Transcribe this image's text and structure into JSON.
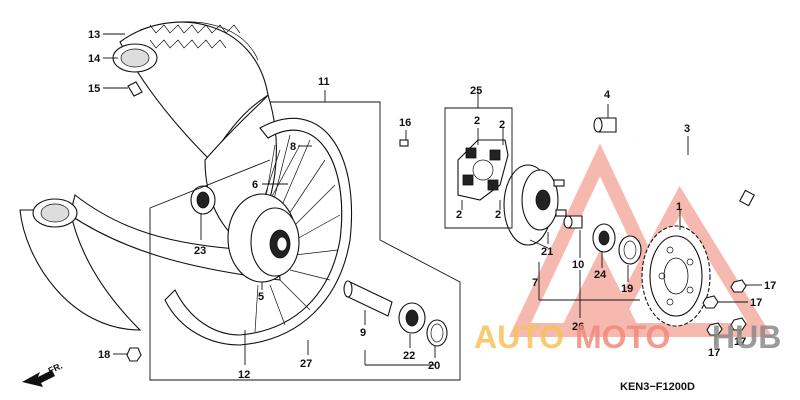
{
  "diagram": {
    "code": "KEN3−F1200D",
    "direction_label": "FR.",
    "watermark": {
      "auto": "AUTO",
      "moto": "MOTO",
      "hub": "HUB",
      "colors": {
        "auto": "#f6c25a",
        "moto": "#f28a7d",
        "hub": "#8a8a8a",
        "logo": "#f08070"
      }
    },
    "callouts": [
      {
        "id": "c1",
        "text": "1"
      },
      {
        "id": "c2a",
        "text": "2"
      },
      {
        "id": "c2b",
        "text": "2"
      },
      {
        "id": "c2c",
        "text": "2"
      },
      {
        "id": "c2d",
        "text": "2"
      },
      {
        "id": "c3",
        "text": "3"
      },
      {
        "id": "c4",
        "text": "4"
      },
      {
        "id": "c5",
        "text": "5"
      },
      {
        "id": "c6",
        "text": "6"
      },
      {
        "id": "c7",
        "text": "7"
      },
      {
        "id": "c8",
        "text": "8"
      },
      {
        "id": "c9",
        "text": "9"
      },
      {
        "id": "c10",
        "text": "10"
      },
      {
        "id": "c11",
        "text": "11"
      },
      {
        "id": "c12",
        "text": "12"
      },
      {
        "id": "c13",
        "text": "13"
      },
      {
        "id": "c14",
        "text": "14"
      },
      {
        "id": "c15",
        "text": "15"
      },
      {
        "id": "c16",
        "text": "16"
      },
      {
        "id": "c17a",
        "text": "17"
      },
      {
        "id": "c17b",
        "text": "17"
      },
      {
        "id": "c17c",
        "text": "17"
      },
      {
        "id": "c17d",
        "text": "17"
      },
      {
        "id": "c18",
        "text": "18"
      },
      {
        "id": "c19",
        "text": "19"
      },
      {
        "id": "c20",
        "text": "20"
      },
      {
        "id": "c21",
        "text": "21"
      },
      {
        "id": "c22",
        "text": "22"
      },
      {
        "id": "c23",
        "text": "23"
      },
      {
        "id": "c24",
        "text": "24"
      },
      {
        "id": "c25",
        "text": "25"
      },
      {
        "id": "c26",
        "text": "26"
      },
      {
        "id": "c27",
        "text": "27"
      }
    ]
  }
}
